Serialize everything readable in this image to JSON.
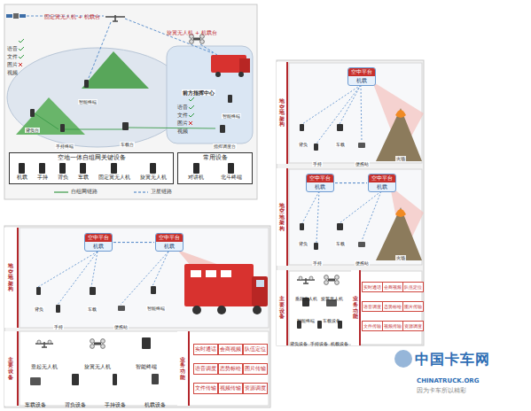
{
  "diagram": {
    "nodes": [
      {
        "text": [
          "空地一体自组网关键设备",
          "机载",
          "手持",
          "背负",
          "车载",
          "固定翼无人机",
          "旋翼无人机"
        ]
      },
      {
        "text": [
          "常用设备",
          "对讲机",
          "北斗终端"
        ]
      },
      {
        "text": [
          "地空地架构"
        ]
      },
      {
        "text": [
          "空中平台",
          "机载"
        ]
      },
      {
        "text": [
          "地空地架构"
        ]
      },
      {
        "text": [
          "空中平台",
          "机载"
        ]
      },
      {
        "text": [
          "空中平台",
          "机载"
        ]
      },
      {
        "text": [
          "主要设备"
        ]
      },
      {
        "text": [
          "业务功能"
        ]
      },
      {
        "text": [
          "实时通话"
        ]
      },
      {
        "text": [
          "会商视频"
        ]
      },
      {
        "text": [
          "队伍定位"
        ]
      },
      {
        "text": [
          "语音调度"
        ]
      },
      {
        "text": [
          "态势标绘"
        ]
      },
      {
        "text": [
          "图片传输"
        ]
      },
      {
        "text": [
          "文件传输"
        ]
      },
      {
        "text": [
          "视频传输"
        ]
      },
      {
        "text": [
          "资源调度"
        ]
      },
      {
        "text": [
          "地空地架构"
        ]
      },
      {
        "text": [
          "空中平台",
          "机载"
        ]
      },
      {
        "text": [
          "空中平台",
          "机载"
        ]
      },
      {
        "text": [
          "主要设备"
        ]
      },
      {
        "text": [
          "业务功能"
        ]
      },
      {
        "text": [
          "实时通话"
        ]
      },
      {
        "text": [
          "会商视频"
        ]
      },
      {
        "text": [
          "队伍定位"
        ]
      },
      {
        "text": [
          "语音调度"
        ]
      },
      {
        "text": [
          "态势标绘"
        ]
      },
      {
        "text": [
          "图片传输"
        ]
      },
      {
        "text": [
          "文件传输"
        ]
      },
      {
        "text": [
          "视频传输"
        ]
      },
      {
        "text": [
          "资源调度"
        ]
      }
    ],
    "edges": [
      {
        "from": 5,
        "to": 6,
        "arrow": "none"
      },
      {
        "from": 19,
        "to": 20,
        "arrow": "none"
      }
    ],
    "labels": [
      "固定翼无人机 + 机载台",
      "旋翼无人机 + 机载台",
      "语音",
      "文件",
      "图片",
      "视频",
      "前方指挥中心",
      "语音",
      "文件",
      "图片",
      "视频",
      "智能终端",
      "背负台",
      "手持终端",
      "车载台",
      "指挥调度台",
      "智能终端",
      "背负",
      "手持",
      "车载",
      "便携站",
      "火场",
      "背负",
      "手持",
      "车载",
      "便携站",
      "火场",
      "垂起无人机",
      "旋翼无人机",
      "智能终端",
      "车载设备",
      "背负设备",
      "手持设备",
      "机载设备",
      "背负",
      "手持",
      "车载",
      "便携站",
      "智能终端",
      "垂起无人机",
      "旋翼无人机",
      "智能终端",
      "车载设备",
      "背负设备",
      "手持设备",
      "机载设备",
      "中国卡车网",
      "CHINATRUCK.ORG",
      "因为卡车所以精彩"
    ],
    "legend": [
      {
        "text": "自组网链路"
      },
      {
        "text": "卫星链路"
      }
    ]
  }
}
